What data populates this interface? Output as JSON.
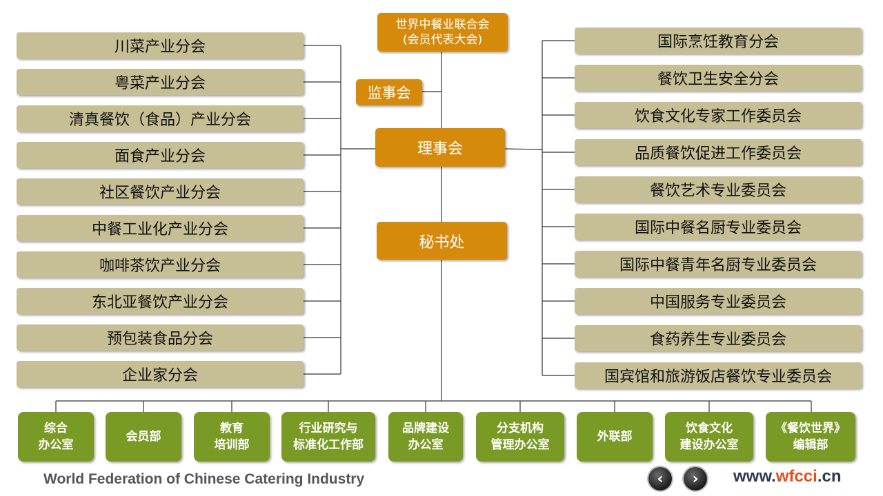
{
  "top": {
    "assembly_line1": "世界中餐业联合会",
    "assembly_line2": "(会员代表大会)",
    "supervisory": "监事会",
    "council": "理事会",
    "secretariat": "秘书处"
  },
  "left_branches": [
    "川菜产业分会",
    "粤菜产业分会",
    "清真餐饮（食品）产业分会",
    "面食产业分会",
    "社区餐饮产业分会",
    "中餐工业化产业分会",
    "咖啡茶饮产业分会",
    "东北亚餐饮产业分会",
    "预包装食品分会",
    "企业家分会"
  ],
  "right_branches": [
    "国际烹饪教育分会",
    "餐饮卫生安全分会",
    "饮食文化专家工作委员会",
    "品质餐饮促进工作委员会",
    "餐饮艺术专业委员会",
    "国际中餐名厨专业委员会",
    "国际中餐青年名厨专业委员会",
    "中国服务专业委员会",
    "食药养生专业委员会",
    "国宾馆和旅游饭店餐饮专业委员会"
  ],
  "departments": [
    {
      "line1": "综合",
      "line2": "办公室"
    },
    {
      "line1": "会员部",
      "line2": ""
    },
    {
      "line1": "教育",
      "line2": "培训部"
    },
    {
      "line1": "行业研究与",
      "line2": "标准化工作部"
    },
    {
      "line1": "品牌建设",
      "line2": "办公室"
    },
    {
      "line1": "分支机构",
      "line2": "管理办公室"
    },
    {
      "line1": "外联部",
      "line2": ""
    },
    {
      "line1": "饮食文化",
      "line2": "建设办公室"
    },
    {
      "line1": "《餐饮世界》",
      "line2": "编辑部"
    }
  ],
  "footer": {
    "org_name": "World Federation of Chinese Catering Industry",
    "site_prefix": "www.",
    "site_accent": "wfcci",
    "site_suffix": ".cn",
    "prev_icon": "chevron-left-icon",
    "next_icon": "chevron-right-icon"
  },
  "colors": {
    "orange": "#d68a0c",
    "tan": "#c6bf95",
    "green": "#7a9a26"
  }
}
